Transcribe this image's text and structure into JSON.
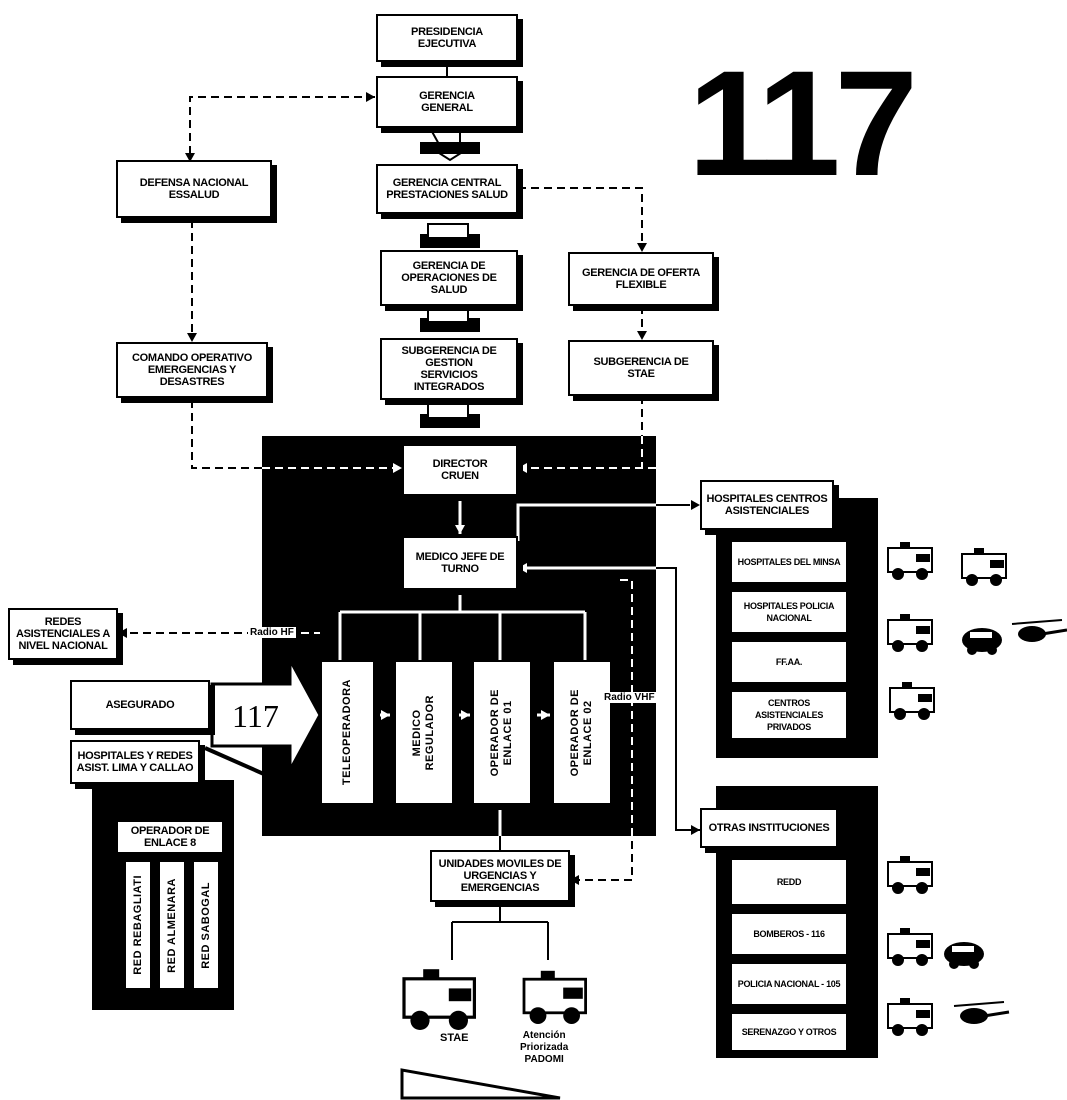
{
  "big_number": "117",
  "top": {
    "presidencia": "PRESIDENCIA\nEJECUTIVA",
    "gerencia_general": "GERENCIA\nGENERAL",
    "gerencia_central": "GERENCIA CENTRAL\nPRESTACIONES SALUD",
    "gerencia_operaciones": "GERENCIA DE\nOPERACIONES DE SALUD",
    "subgerencia_gestion": "SUBGERENCIA DE\nGESTION\nSERVICIOS INTEGRADOS",
    "defensa_nacional": "DEFENSA NACIONAL\nESSALUD",
    "comando_operativo": "COMANDO OPERATIVO\nEMERGENCIAS Y DESASTRES",
    "gerencia_oferta": "GERENCIA DE OFERTA\nFLEXIBLE",
    "subgerencia_stae": "SUBGERENCIA DE\nSTAE"
  },
  "center": {
    "director": "DIRECTOR\nCRUEN",
    "medico_jefe": "MEDICO JEFE DE\nTURNO",
    "teleoperadora": "TELEOPERADORA",
    "medico_regulador": "MEDICO\nREGULADOR",
    "operador_1": "OPERADOR DE\nENLACE 01",
    "operador_2": "OPERADOR DE\nENLACE 02",
    "radio_hf": "Radio HF",
    "radio_vhf": "Radio VHF",
    "entry_number": "117"
  },
  "left": {
    "redes_nacional": "REDES\nASISTENCIALES A\nNIVEL NACIONAL",
    "asegurado": "ASEGURADO",
    "hospitales_lima": "HOSPITALES Y REDES\nASIST. LIMA Y CALLAO",
    "operador_enlace": "OPERADOR DE\nENLACE 8",
    "redes": [
      "RED REBAGLIATI",
      "RED ALMENARA",
      "RED SABOGAL"
    ]
  },
  "right": {
    "hospitales_header": "HOSPITALES CENTROS\nASISTENCIALES",
    "hospitales_items": [
      "HOSPITALES DEL MINSA",
      "HOSPITALES POLICIA NACIONAL",
      "FF.AA.",
      "CENTROS ASISTENCIALES PRIVADOS"
    ],
    "otras_header": "OTRAS INSTITUCIONES",
    "otras_items": [
      "REDD",
      "BOMBEROS - 116",
      "POLICIA NACIONAL - 105",
      "SERENAZGO Y OTROS"
    ]
  },
  "bottom": {
    "unidades": "UNIDADES MOVILES DE\nURGENCIAS Y\nEMERGENCIAS",
    "stae": "STAE",
    "padomi": "Atención\nPriorizada\nPADOMI"
  }
}
